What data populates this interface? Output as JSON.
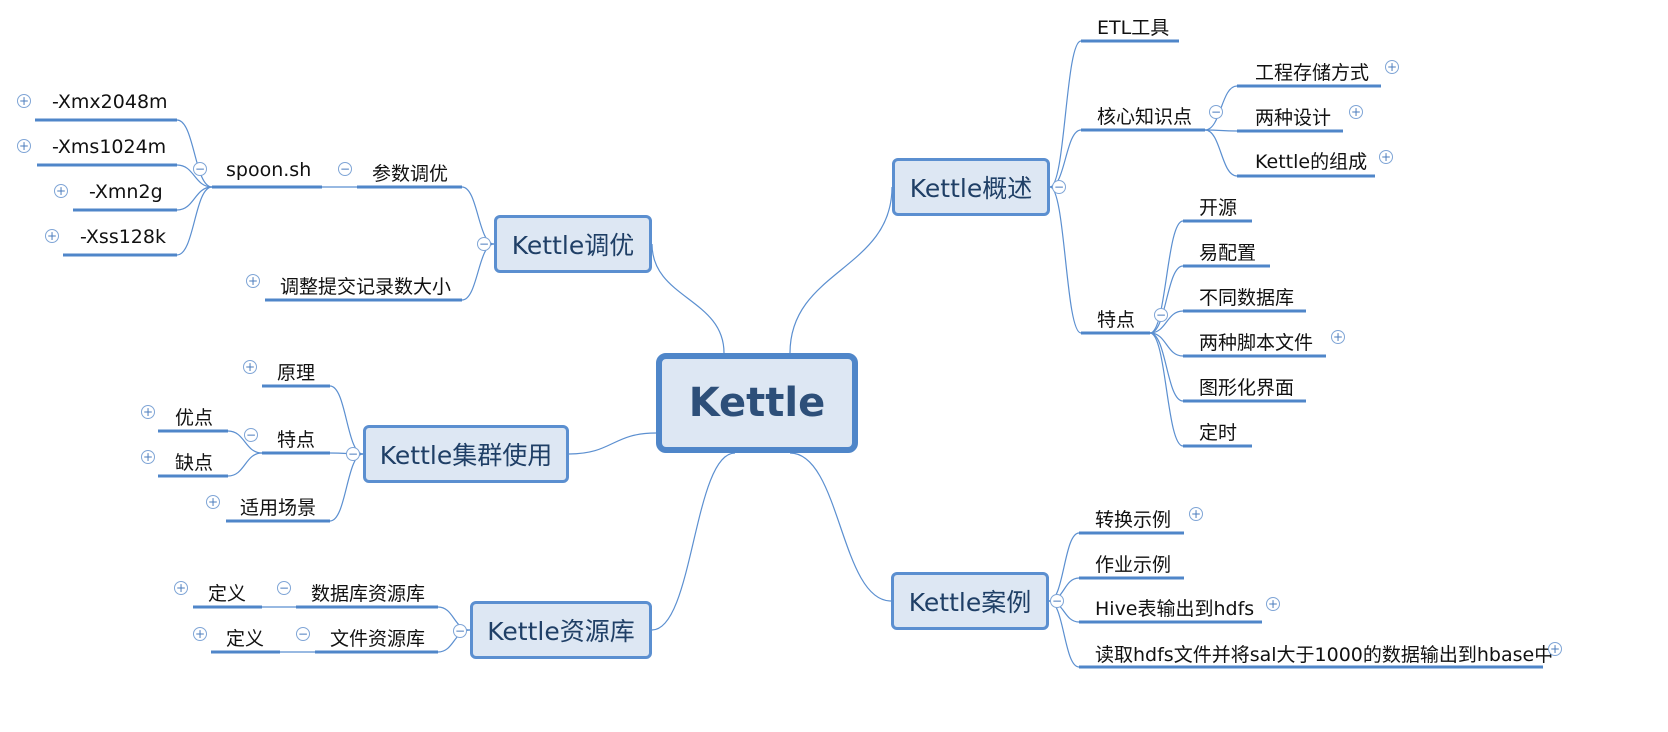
{
  "mindmap": {
    "root": "Kettle",
    "branches": {
      "tuning": {
        "label": "Kettle调优",
        "children": {
          "params": {
            "label": "参数调优",
            "children": {
              "spoon": {
                "label": "spoon.sh",
                "children": {
                  "xmx": "-Xmx2048m",
                  "xms": "-Xms1024m",
                  "xmn": "-Xmn2g",
                  "xss": "-Xss128k"
                }
              }
            }
          },
          "commit": "调整提交记录数大小"
        }
      },
      "cluster": {
        "label": "Kettle集群使用",
        "children": {
          "principle": "原理",
          "features": {
            "label": "特点",
            "children": {
              "pros": "优点",
              "cons": "缺点"
            }
          },
          "scenario": "适用场景"
        }
      },
      "repository": {
        "label": "Kettle资源库",
        "children": {
          "db_repo": {
            "label": "数据库资源库",
            "children": {
              "def": "定义"
            }
          },
          "file_repo": {
            "label": "文件资源库",
            "children": {
              "def": "定义"
            }
          }
        }
      },
      "overview": {
        "label": "Kettle概述",
        "children": {
          "etl": "ETL工具",
          "core": {
            "label": "核心知识点",
            "children": {
              "storage": "工程存储方式",
              "design": "两种设计",
              "components": "Kettle的组成"
            }
          },
          "features": {
            "label": "特点",
            "children": {
              "open_source": "开源",
              "easy_config": "易配置",
              "databases": "不同数据库",
              "script_files": "两种脚本文件",
              "gui": "图形化界面",
              "timing": "定时"
            }
          }
        }
      },
      "cases": {
        "label": "Kettle案例",
        "children": {
          "transform": "转换示例",
          "job": "作业示例",
          "hive_hdfs": "Hive表输出到hdfs",
          "hdfs_hbase": "读取hdfs文件并将sal大于1000的数据输出到hbase中"
        }
      }
    }
  },
  "colors": {
    "line": "#5b8fd0",
    "underline": "#4f86c9",
    "box_fill": "#dde7f3",
    "box_border": "#5b8fd0"
  }
}
